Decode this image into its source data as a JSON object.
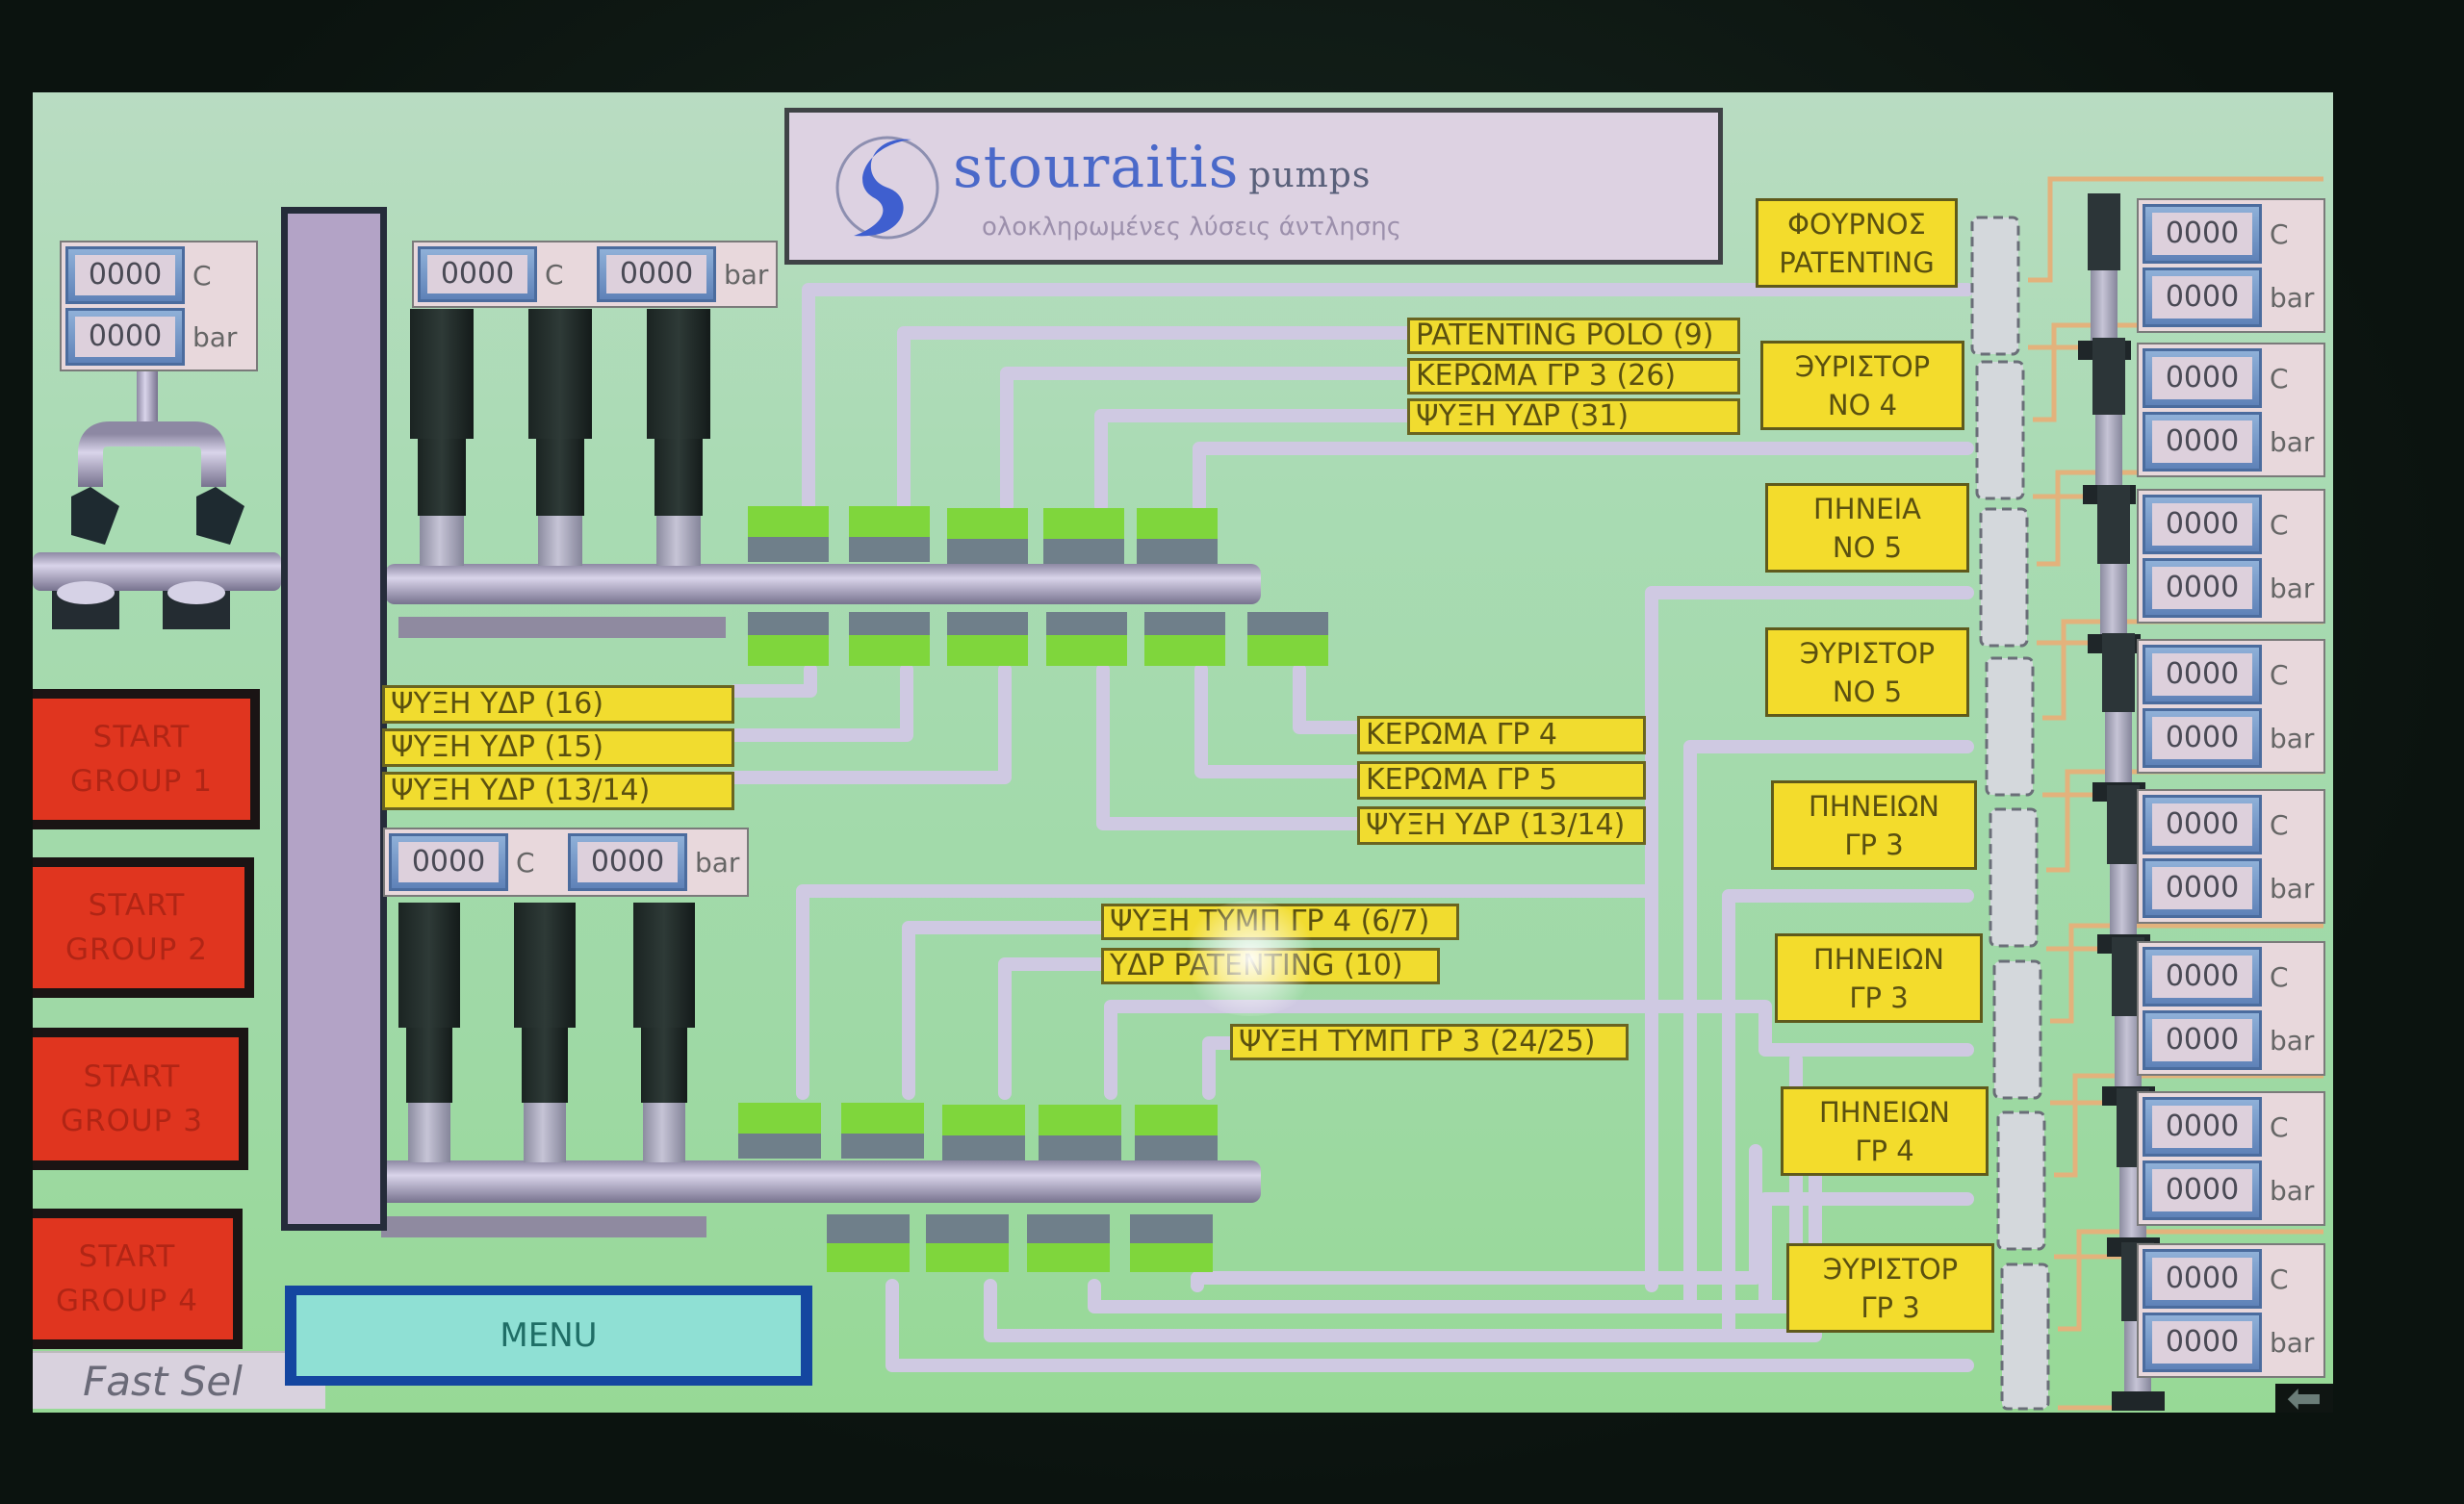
{
  "logo": {
    "brand": "stouraitis",
    "suffix": "pumps",
    "tagline": "ολοκληρωμένες λύσεις άντλησης"
  },
  "units": {
    "temp": "C",
    "pressure": "bar"
  },
  "source_readout": {
    "temp": "0000",
    "pressure": "0000"
  },
  "group_a_readout": {
    "temp": "0000",
    "pressure": "0000"
  },
  "group_b_readout": {
    "temp": "0000",
    "pressure": "0000"
  },
  "start_buttons": [
    {
      "line1": "START",
      "line2": "GROUP 1"
    },
    {
      "line1": "START",
      "line2": "GROUP 2"
    },
    {
      "line1": "START",
      "line2": "GROUP 3"
    },
    {
      "line1": "START",
      "line2": "GROUP 4"
    }
  ],
  "menu_label": "MENU",
  "fast_sel_label": "Fast Sel",
  "back_icon": "arrow-left-icon",
  "branch_labels": {
    "left": [
      "ΨΥΞΗ ΥΔΡ (16)",
      "ΨΥΞΗ ΥΔΡ (15)",
      "ΨΥΞΗ ΥΔΡ (13/14)"
    ],
    "top": [
      "PATENTING POLO (9)",
      "ΚΕΡΩΜΑ ΓΡ 3 (26)",
      "ΨΥΞΗ ΥΔΡ (31)"
    ],
    "middle": [
      "ΚΕΡΩΜΑ ΓΡ 4",
      "ΚΕΡΩΜΑ ΓΡ 5",
      "ΨΥΞΗ ΥΔΡ (13/14)"
    ],
    "lower": [
      "ΨΥΞΗ ΤΥΜΠ ΓΡ 4 (6/7)",
      "ΥΔΡ PATENTING (10)",
      "ΨΥΞΗ ΤΥΜΠ ΓΡ 3 (24/25)"
    ]
  },
  "stations": [
    {
      "line1": "ΦΟΥΡΝΟΣ",
      "line2": "PATENTING",
      "temp": "0000",
      "pressure": "0000"
    },
    {
      "line1": "ЭΥΡΙΣΤΟΡ",
      "line2": "ΝΟ 4",
      "temp": "0000",
      "pressure": "0000"
    },
    {
      "line1": "ΠΗΝΕΙΑ",
      "line2": "ΝΟ 5",
      "temp": "0000",
      "pressure": "0000"
    },
    {
      "line1": "ЭΥΡΙΣΤΟΡ",
      "line2": "ΝΟ 5",
      "temp": "0000",
      "pressure": "0000"
    },
    {
      "line1": "ΠΗΝΕΙΩΝ",
      "line2": "ΓΡ 3",
      "temp": "0000",
      "pressure": "0000"
    },
    {
      "line1": "ΠΗΝΕΙΩΝ",
      "line2": "ΓΡ 3",
      "temp": "0000",
      "pressure": "0000"
    },
    {
      "line1": "ΠΗΝΕΙΩΝ",
      "line2": "ΓΡ 4",
      "temp": "0000",
      "pressure": "0000"
    },
    {
      "line1": "ЭΥΡΙΣΤΟΡ",
      "line2": "ΓΡ 3",
      "temp": "0000",
      "pressure": "0000"
    }
  ],
  "colors": {
    "screen_bg": "#a9dbb3",
    "label_yellow": "#f1dc2f",
    "start_red": "#e0351f",
    "menu_cyan": "#8fe0d4",
    "menu_border": "#1446a0",
    "pipe": "#c9c3dc",
    "valve_green": "#7fd63c",
    "readout_blue": "#5f82b8"
  }
}
